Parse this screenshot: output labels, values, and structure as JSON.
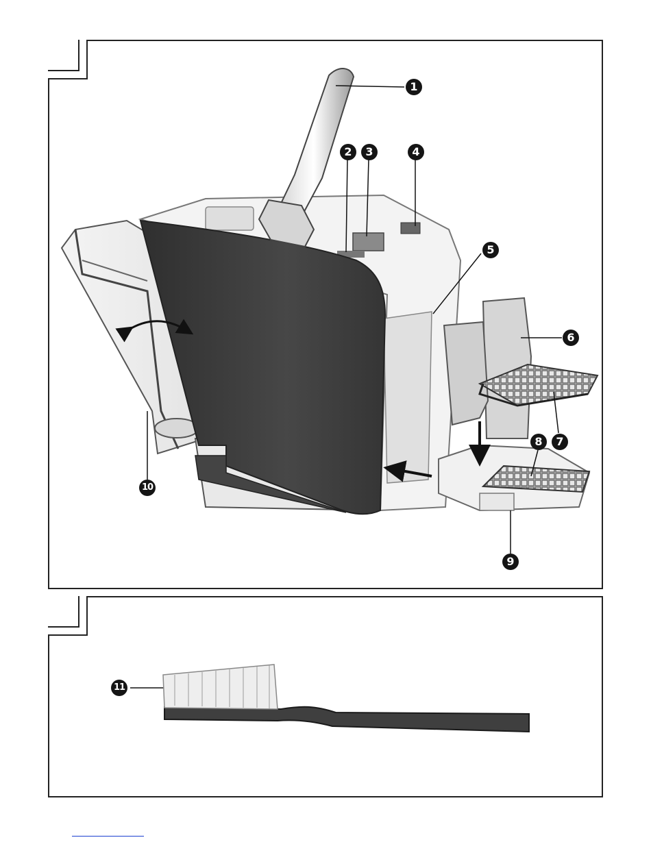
{
  "callouts": {
    "c1": "1",
    "c2": "2",
    "c3": "3",
    "c4": "4",
    "c5": "5",
    "c6": "6",
    "c7": "7",
    "c8": "8",
    "c9": "9",
    "c10": "10",
    "c11": "11"
  },
  "colors": {
    "frame": "#222222",
    "body_dark": "#3c3c3c",
    "machine_light": "#f2f2f2",
    "callout_fill": "#151515"
  },
  "icons": {
    "rotate_arrow": "double-headed-curved-arrow",
    "insert_arrow": "arrow-left",
    "drop_arrow": "arrow-down"
  }
}
